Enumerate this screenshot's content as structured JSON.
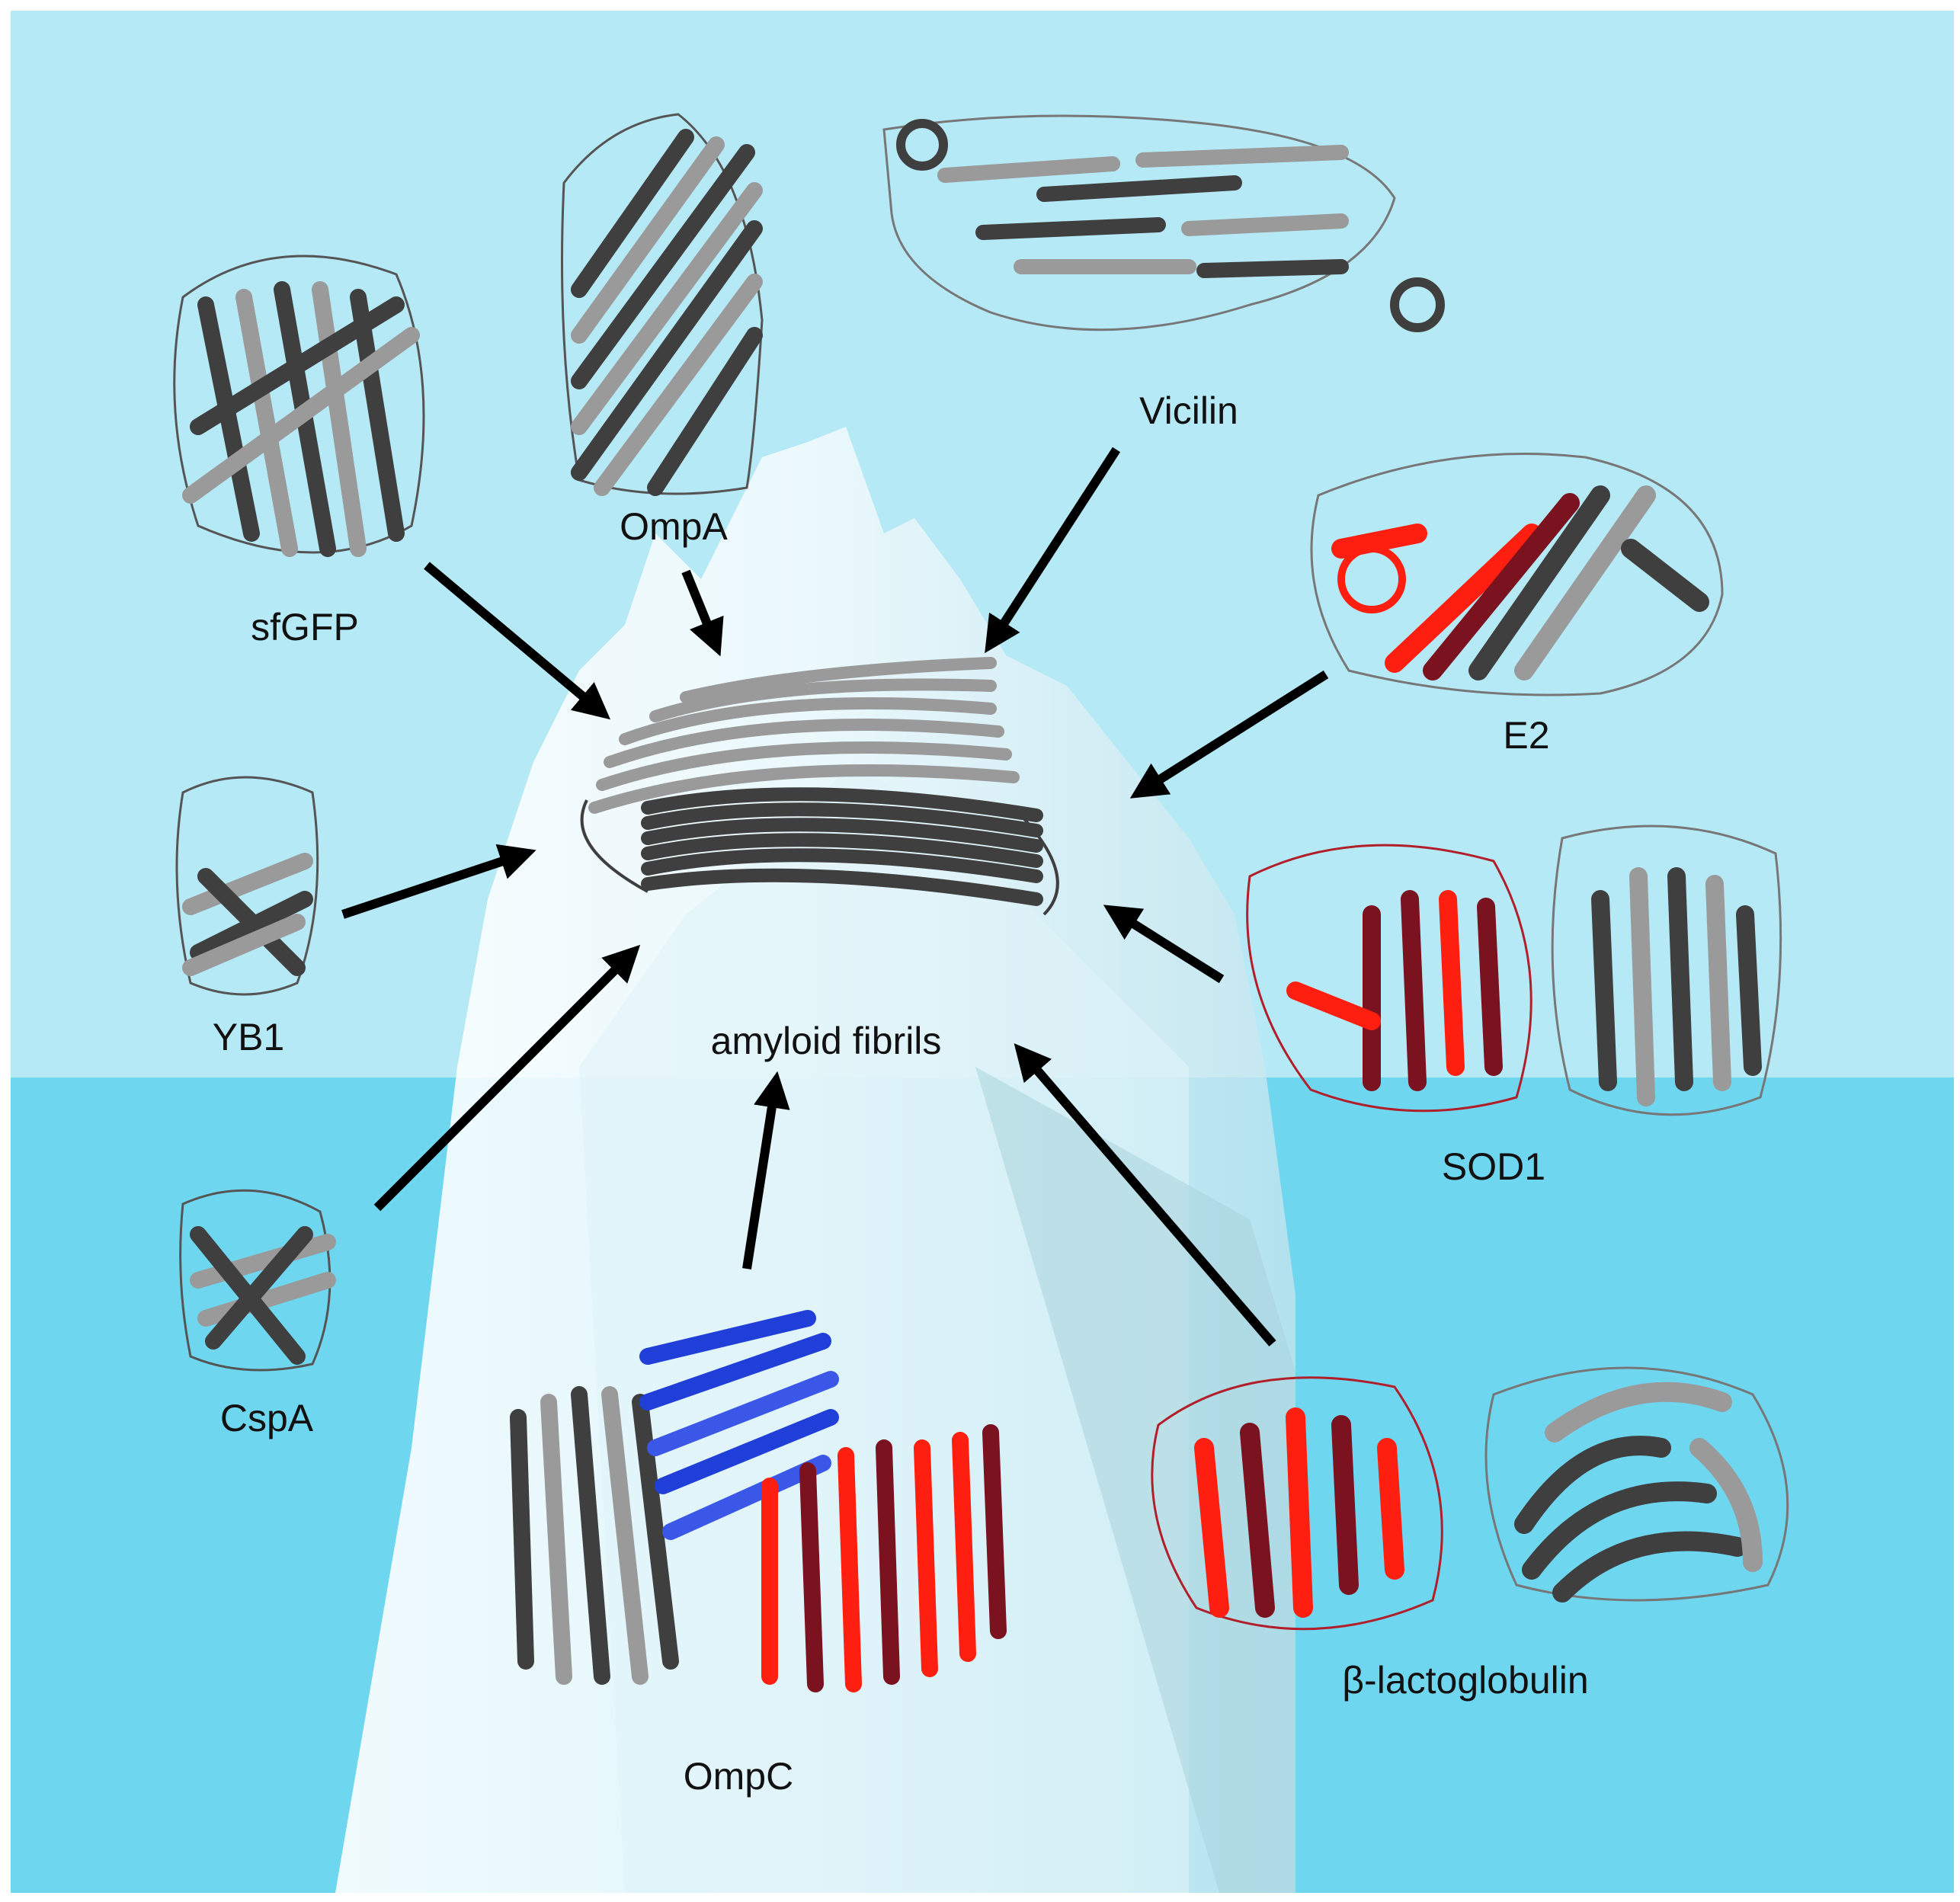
{
  "colors": {
    "sky": "#b6e9f6",
    "water": "#6fd6f0",
    "iceberg": "#eef8fb",
    "strand_dark": "#3f3f3f",
    "strand_light": "#9a9a9a",
    "red": "#ff1f10",
    "dark_red": "#7b1220",
    "blue": "#1f3fd8",
    "arrow": "#000000"
  },
  "center": {
    "label": "amyloid  fibrils"
  },
  "proteins": [
    {
      "id": "sfGFP",
      "label": "sfGFP"
    },
    {
      "id": "OmpA",
      "label": "OmpA"
    },
    {
      "id": "Vicilin",
      "label": "Vicilin"
    },
    {
      "id": "E2",
      "label": "E2"
    },
    {
      "id": "YB1",
      "label": "YB1"
    },
    {
      "id": "SOD1",
      "label": "SOD1"
    },
    {
      "id": "CspA",
      "label": "CspA"
    },
    {
      "id": "OmpC",
      "label": "OmpC"
    },
    {
      "id": "blg",
      "label": "β-lactoglobulin"
    }
  ]
}
